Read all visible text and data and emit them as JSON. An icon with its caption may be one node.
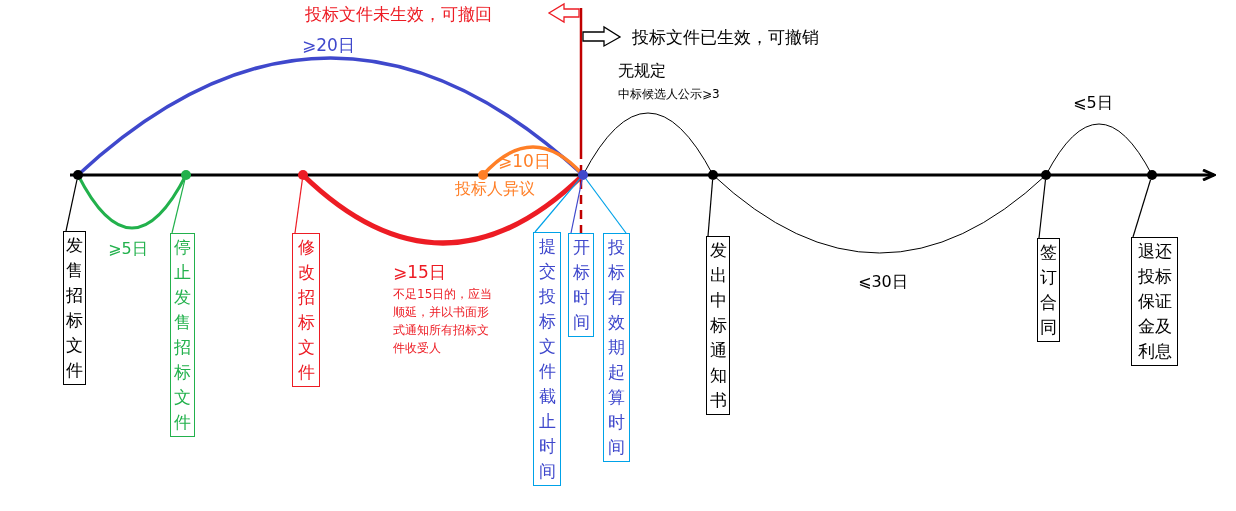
{
  "diagram": {
    "nodes": [
      {
        "text": [
          "发售招标文件"
        ]
      },
      {
        "text": [
          "停止发售招标文件"
        ]
      },
      {
        "text": [
          "修改招标文件"
        ]
      },
      {
        "text": [
          "提交投标文件截止时间"
        ]
      },
      {
        "text": [
          "开标时间"
        ]
      },
      {
        "text": [
          "投标有效期起算时间"
        ]
      },
      {
        "text": [
          "发出中标通知书"
        ]
      },
      {
        "text": [
          "签订合同"
        ]
      },
      {
        "text": [
          "退还投标保证金及利息"
        ]
      },
      {
        "text": [],
        "shape": "circle"
      },
      {
        "text": [],
        "shape": "circle"
      },
      {
        "text": [],
        "shape": "circle"
      },
      {
        "text": [],
        "shape": "circle"
      },
      {
        "text": [],
        "shape": "circle"
      },
      {
        "text": [],
        "shape": "circle"
      },
      {
        "text": [],
        "shape": "circle"
      },
      {
        "text": [],
        "shape": "circle"
      }
    ],
    "edges": [
      {
        "from": 0,
        "to": 9,
        "arrow": "none"
      },
      {
        "from": 1,
        "to": 10,
        "arrow": "none",
        "color": "#22b14c"
      },
      {
        "from": 2,
        "to": 11,
        "arrow": "none",
        "color": "#ed1c24"
      },
      {
        "from": 3,
        "to": 13,
        "arrow": "none",
        "color": "#00a2e8"
      },
      {
        "from": 4,
        "to": 13,
        "arrow": "none",
        "color": "#3f48cc"
      },
      {
        "from": 5,
        "to": 13,
        "arrow": "none",
        "color": "#00a2e8"
      },
      {
        "from": 6,
        "to": 14,
        "arrow": "none"
      },
      {
        "from": 7,
        "to": 15,
        "arrow": "none"
      },
      {
        "from": 8,
        "to": 16,
        "arrow": "none"
      }
    ],
    "labels": [
      "投标文件未生效，可撤回",
      "投标文件已生效，可撤销",
      "⩾20日",
      "无规定",
      "中标候选人公示⩾3",
      "⩾10日",
      "投标人异议",
      "⩾5日",
      "⩾15日",
      "不足15日的，应当顺延，并以书面形式通知所有招标文件收受人",
      "⩽30日",
      "⩽5日"
    ]
  }
}
